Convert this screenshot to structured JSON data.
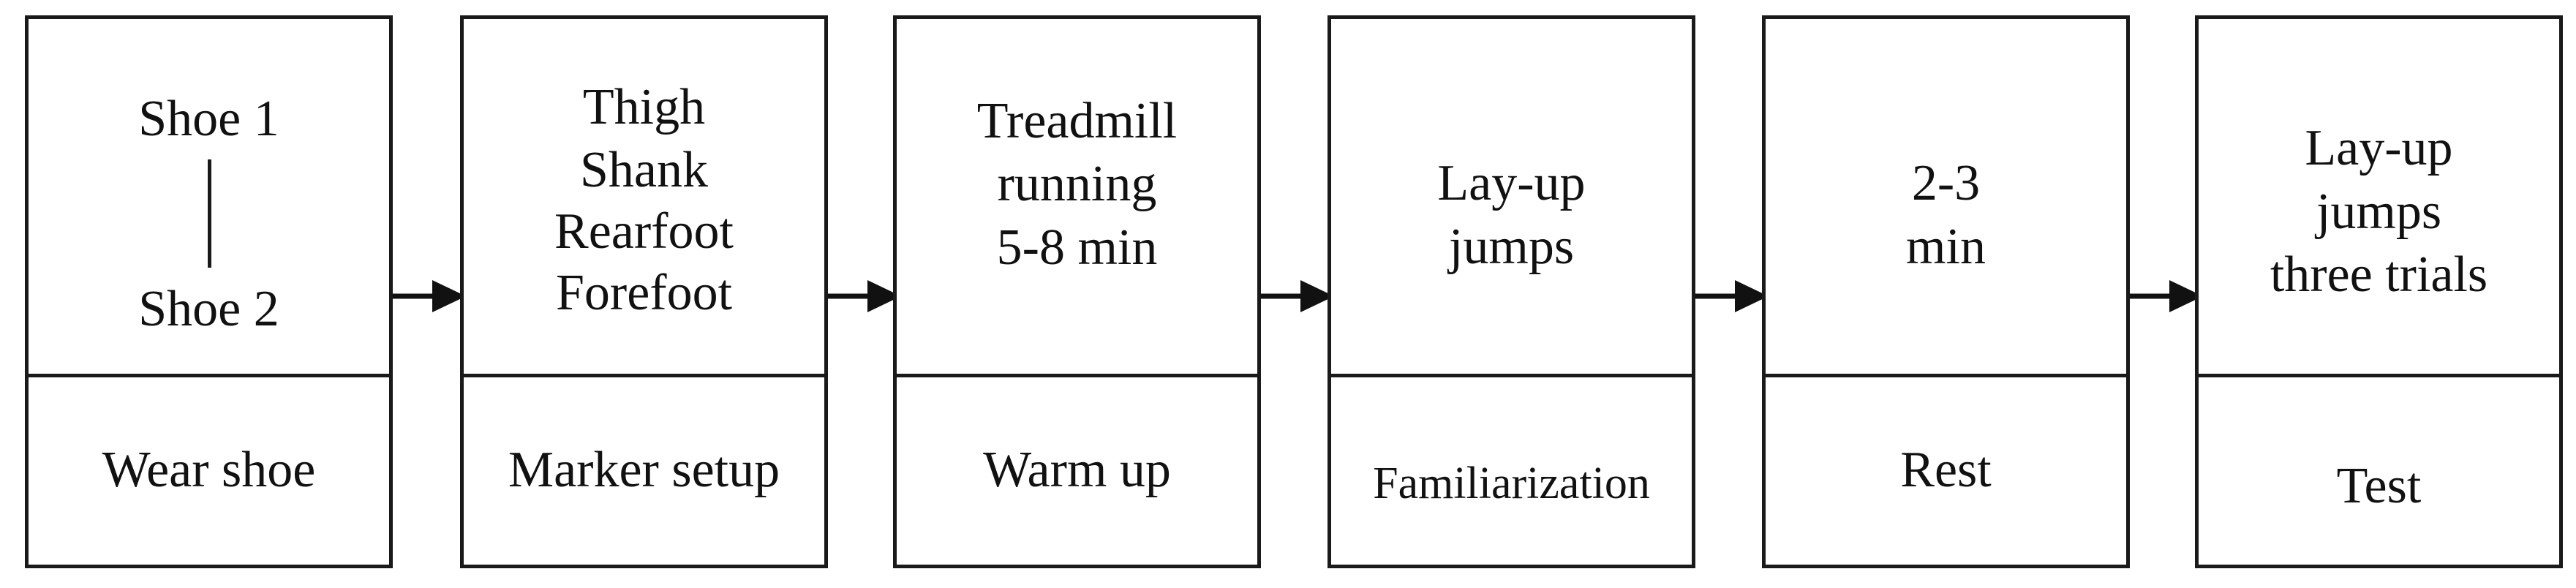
{
  "steps": [
    {
      "detail": [
        "Shoe 1",
        "Shoe 2"
      ],
      "label": "Wear shoe"
    },
    {
      "detail": [
        "Thigh",
        "Shank",
        "Rearfoot",
        "Forefoot"
      ],
      "label": "Marker setup"
    },
    {
      "detail": [
        "Treadmill",
        "running",
        "5-8 min"
      ],
      "label": "Warm up"
    },
    {
      "detail": [
        "Lay-up",
        "jumps"
      ],
      "label": "Familiarization"
    },
    {
      "detail": [
        "2-3",
        "min"
      ],
      "label": "Rest"
    },
    {
      "detail": [
        "Lay-up",
        "jumps",
        "three trials"
      ],
      "label": "Test"
    }
  ]
}
